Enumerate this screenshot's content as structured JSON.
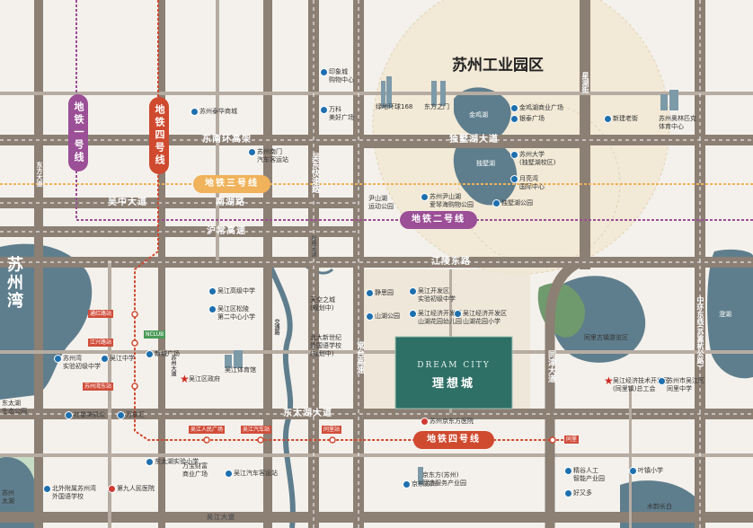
{
  "map": {
    "districts": {
      "industrial_park": "苏州工业园区",
      "suzhou_bay": "苏州\n湾"
    },
    "metro": {
      "line1": "地铁一号线",
      "line4_north": "地铁四号线",
      "line3": "地铁三号线",
      "line2": "地铁二号线",
      "line4_south": "地铁四号线"
    },
    "roads": {
      "south_ring_elevated": "东南环高架",
      "wuzhong_avenue": "吴中大道",
      "nanhu_road": "南湖路",
      "huning_expressway": "沪常高速",
      "dushu_lake_avenue": "独墅湖大道",
      "jiangling_east_road": "江陵东路",
      "dongtaihu_avenue": "东太湖大道",
      "wujiang_avenue": "吴江大道",
      "xingwu_road": "星湖街",
      "wudong_expressway": "吴东快速路",
      "dongfang_road": "东方大道",
      "changjia_expressway": "常台高速",
      "tongjin_avenue": "同津大道",
      "zhonghuan_east_line": "中环东线(苏嘉杭公路)",
      "lixin_road": "苏州大道",
      "songling_avenue": "松陵大道",
      "taihu_road": "交通路"
    },
    "lakes": {
      "jinji_lake": "金鸡湖",
      "dushu_lake": "独墅湖",
      "cheng_lake": "澄湖"
    },
    "stations": {
      "s1": "通红路站",
      "s2": "江兴路站",
      "s3": "苏州湾东站",
      "s4": "吴江人民广场",
      "s5": "吴江汽车站",
      "s6": "同里站",
      "s7": "同里",
      "mall_badge": "NCLUB"
    },
    "project": {
      "en": "DREAM CITY",
      "cn": "理想城"
    },
    "pois": [
      {
        "label": "苏州泰华商城"
      },
      {
        "label": "印象城\n购物中心"
      },
      {
        "label": "绿地环球168"
      },
      {
        "label": "东方之门"
      },
      {
        "label": "金鸡湖商业广场"
      },
      {
        "label": "银泰广场"
      },
      {
        "label": "苏州奥林匹克\n体育中心"
      },
      {
        "label": "新建老街"
      },
      {
        "label": "苏州南门\n汽车客运站"
      },
      {
        "label": "万科\n美好广场"
      },
      {
        "label": "苏州大学\n(独墅湖校区)"
      },
      {
        "label": "月亮湾\n国际中心"
      },
      {
        "label": "苏州尹山湖\n爱琴海购物公园"
      },
      {
        "label": "尹山湖\n运动公园"
      },
      {
        "label": "独墅湖公园"
      },
      {
        "label": "京东苏州"
      },
      {
        "label": "新城广场"
      },
      {
        "label": "吴江高级中学"
      },
      {
        "label": "吴江区松陵\n第二中心小学"
      },
      {
        "label": "天空之城\n(规划中)"
      },
      {
        "label": "静思园"
      },
      {
        "label": "吴江开发区\n实验初级中学"
      },
      {
        "label": "山湖公园"
      },
      {
        "label": "吴江经济开发区\n山湖花园幼儿园"
      },
      {
        "label": "吴江经济开发区\n山湖花园小学"
      },
      {
        "label": "北大新世纪\n外国语学校\n(规划中)"
      },
      {
        "label": "苏州湾\n实验初级中学"
      },
      {
        "label": "吴江中学"
      },
      {
        "label": "吴江体育馆"
      },
      {
        "label": "吴江区政府"
      },
      {
        "label": "红星美凯龙"
      },
      {
        "label": "万象汇"
      },
      {
        "label": "东太湖\n生态公园"
      },
      {
        "label": "苏州京东方医院"
      },
      {
        "label": "同里古镇游览区"
      },
      {
        "label": "吴江经济技术开发区\n(同里镇)总工会"
      },
      {
        "label": "苏州市吴江区\n同里中学"
      },
      {
        "label": "东太湖实验小学"
      },
      {
        "label": "万宝财富\n商业广场"
      },
      {
        "label": "吴江汽车客运站"
      },
      {
        "label": "北外附属苏州湾\n外国语学校"
      },
      {
        "label": "第九人民医院"
      },
      {
        "label": "京东方(苏州)\n智造服务产业园"
      },
      {
        "label": "精谷人工\n智能产业园"
      },
      {
        "label": "好又多"
      },
      {
        "label": "叶镇小学"
      },
      {
        "label": "苏州\n太湖"
      },
      {
        "label": "水韵长白"
      }
    ]
  }
}
